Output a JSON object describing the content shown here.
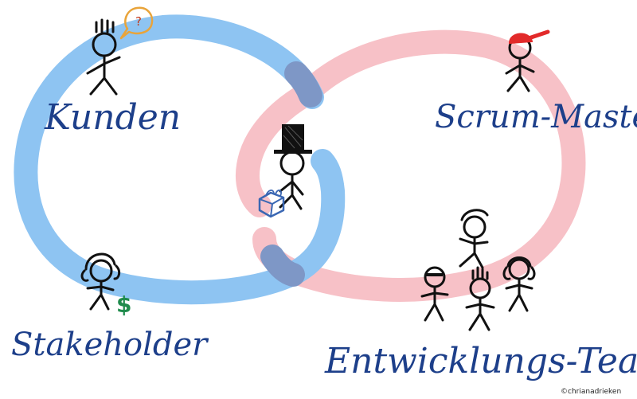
{
  "labels": {
    "customers": "Kunden",
    "scrum_master": "Scrum-Master",
    "stakeholder": "Stakeholder",
    "dev_team": "Entwicklungs-Team"
  },
  "speech_bubble": "?",
  "dollar_sign": "$",
  "credit": "©chrianadrieken",
  "colors": {
    "blue_loop": "#8ec4f2",
    "red_loop": "#f7c1c7",
    "overlap": "#7e97c6",
    "label_text": "#1d3f8a",
    "cap_red": "#e22a2a",
    "dollar_green": "#1f8b4c",
    "bubble_orange": "#e9a43a",
    "box_blue": "#3a67b3",
    "top_hat": "#111111"
  },
  "icons": {
    "speech_bubble": "question-speech-bubble-icon",
    "cap": "baseball-cap-icon",
    "top_hat": "top-hat-icon",
    "package": "package-box-icon",
    "dollar": "dollar-sign-icon"
  }
}
